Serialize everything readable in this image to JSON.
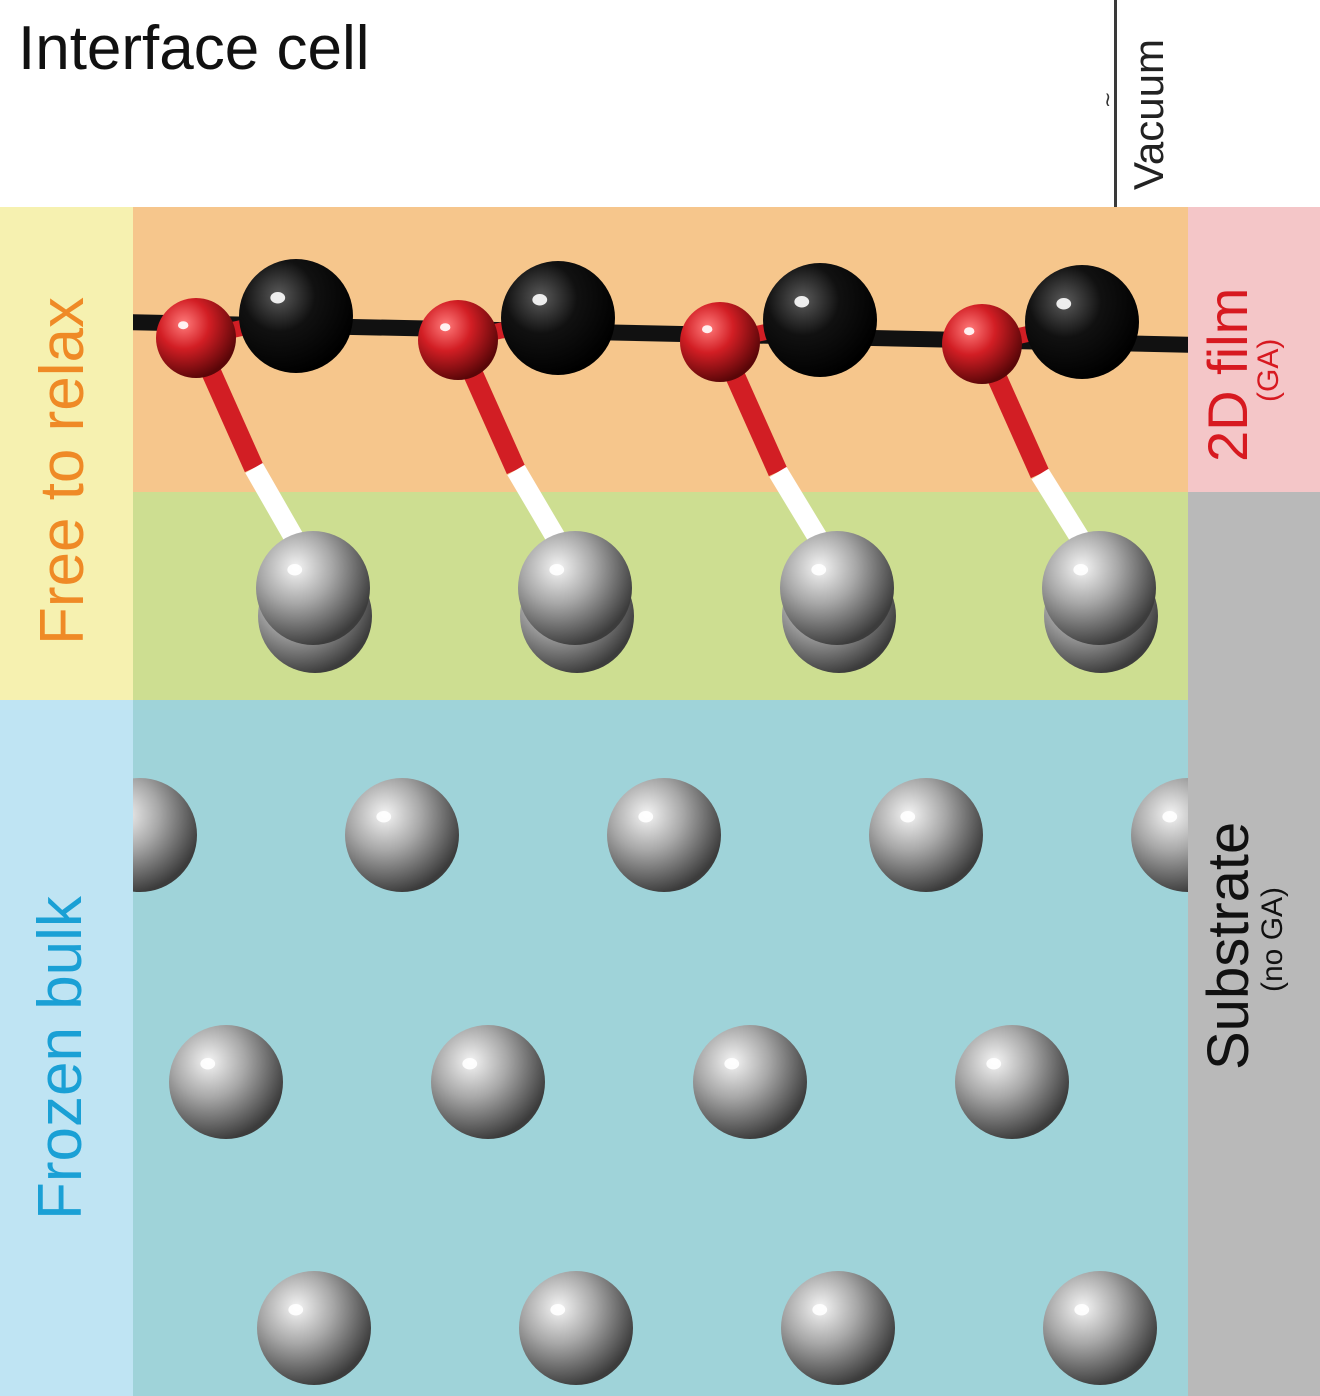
{
  "title": "Interface cell",
  "labels": {
    "vacuum": "Vacuum",
    "free_to_relax": "Free to relax",
    "frozen_bulk": "Frozen bulk",
    "film": "2D film",
    "film_note": "(GA)",
    "substrate": "Substrate",
    "substrate_note": "(no GA)"
  },
  "colors": {
    "film_region": "#f6c68c",
    "interface_region": "#cdde91",
    "bulk_region": "#9fd3d9",
    "relax_strip": "#f6f1b0",
    "frozen_strip": "#bfe4f3",
    "film_strip": "#f4c6c8",
    "substrate_strip": "#b9b9b9",
    "relax_text": "#ef8a26",
    "frozen_text": "#1aa0d5",
    "film_text": "#d71920",
    "atom_red": "#d21e24",
    "atom_black": "#111111",
    "atom_gray": "#9a9a9a",
    "bond_white": "#ffffff"
  },
  "atoms": {
    "film_pattern": "red-black alternating chain",
    "anchor": "gray",
    "substrate": "gray",
    "film_units": 4,
    "substrate_rows": 3
  }
}
